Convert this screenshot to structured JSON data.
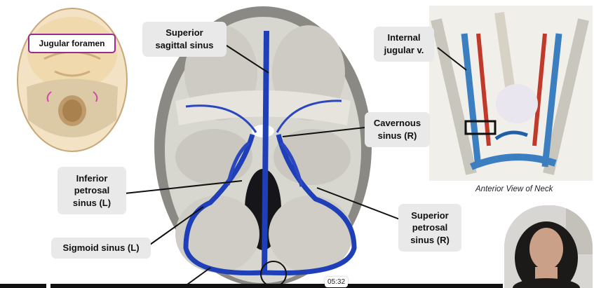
{
  "labels": {
    "jugular_foramen": "Jugular foramen",
    "superior_sagittal_sinus": "Superior\nsagittal sinus",
    "internal_jugular": "Internal\njugular v.",
    "cavernous_sinus": "Cavernous\nsinus (R)",
    "inferior_petrosal": "Inferior\npetrosal\nsinus (L)",
    "sigmoid_sinus": "Sigmoid sinus (L)",
    "superior_petrosal": "Superior\npetrosal\nsinus (R)"
  },
  "neck_caption": "Anterior View of Neck",
  "video": {
    "timestamp": "05:32"
  },
  "colors": {
    "sinus_blue": "#1f3fb8",
    "highlight_border": "#9b2c8f",
    "callout_bg": "#e9e9e9"
  },
  "icons": [
    "skull-base-thumbnail",
    "skull-base-main-illustration",
    "neck-anatomy-illustration",
    "presenter-webcam"
  ]
}
